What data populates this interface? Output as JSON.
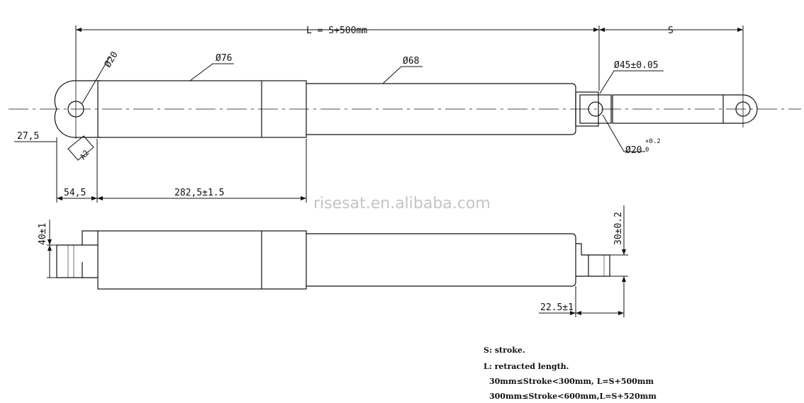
{
  "watermark": "risesat.en.alibaba.com",
  "dimensions": {
    "overall_length": "L = S+500mm",
    "stroke": "S",
    "clevis_hole_dia": "Ø20",
    "outer_tube_dia": "Ø76",
    "inner_tube_dia": "Ø68",
    "rod_dia": "Ø45±0.05",
    "rod_end_hole_dia": "Ø20",
    "rod_end_hole_tol_upper": "+0.2",
    "rod_end_hole_tol_lower": "0",
    "clevis_radius": "27,5",
    "angle_mark": "A2",
    "clevis_to_body": "54,5",
    "body_length": "282,5±1.5",
    "rear_clevis_width": "40±1",
    "rod_end_width": "30±0.2",
    "rod_end_length": "22.5±1"
  },
  "notes": [
    "S: stroke.",
    "L: retracted length.",
    "30mm≤Stroke<300mm, L=S+500mm",
    "300mm≤Stroke<600mm,L=S+520mm"
  ]
}
